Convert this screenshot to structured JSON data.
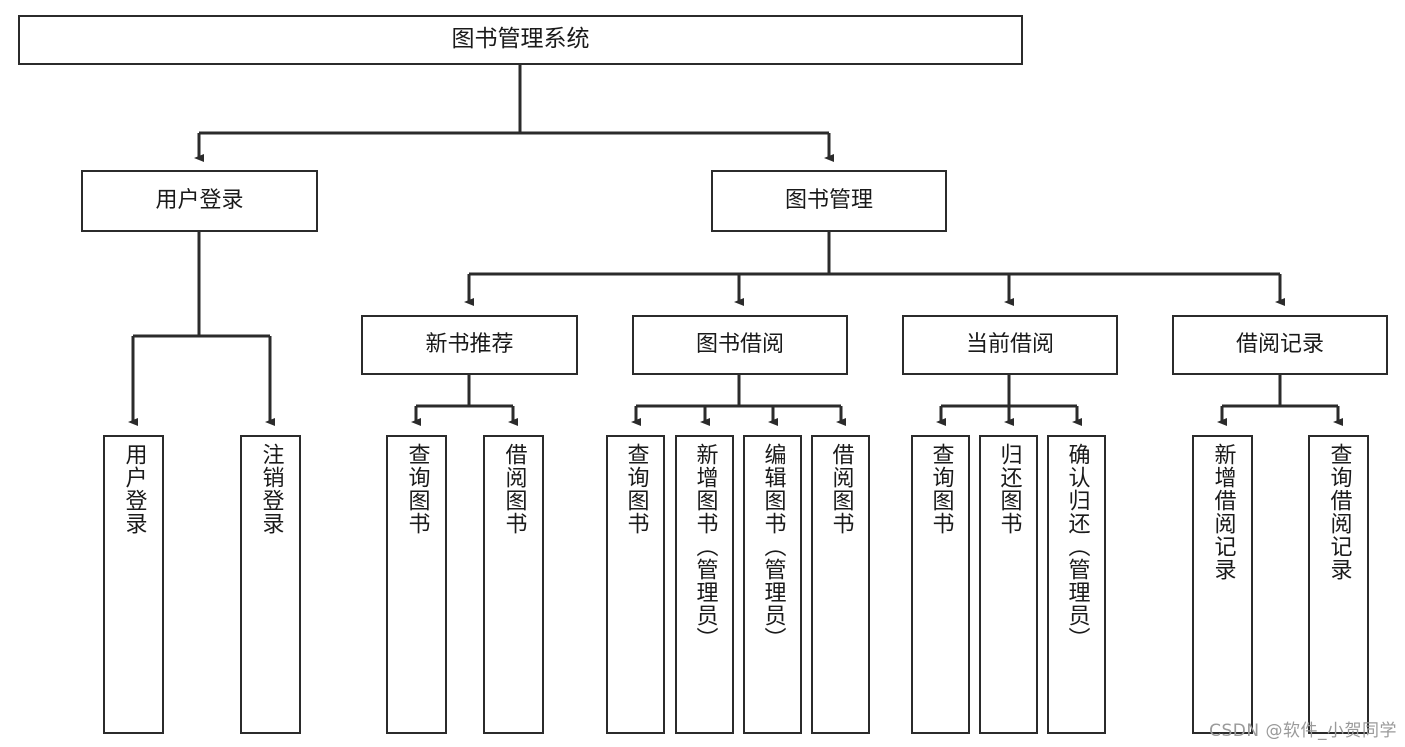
{
  "diagram": {
    "title": "图书管理系统",
    "watermark": "CSDN @软件_小贺同学",
    "colors": {
      "stroke": "#2b2b2b",
      "fill": "#ffffff",
      "text": "#1a1a1a",
      "watermark": "#9a9a9a"
    },
    "nodes": {
      "root": "图书管理系统",
      "level2": {
        "user_login": "用户登录",
        "book_manage": "图书管理"
      },
      "level3": {
        "new_book_rec": "新书推荐",
        "book_borrow": "图书借阅",
        "current_borrow": "当前借阅",
        "borrow_record": "借阅记录"
      },
      "leaves": {
        "user_login_1": "用户登录",
        "user_login_2": "注销登录",
        "new_book_rec_1": "查询图书",
        "new_book_rec_2": "借阅图书",
        "book_borrow_1": "查询图书",
        "book_borrow_2": "新增图书（管理员）",
        "book_borrow_3": "编辑图书（管理员）",
        "book_borrow_4": "借阅图书",
        "current_borrow_1": "查询图书",
        "current_borrow_2": "归还图书",
        "current_borrow_3": "确认归还（管理员）",
        "borrow_record_1": "新增借阅记录",
        "borrow_record_2": "查询借阅记录"
      }
    }
  },
  "chart_data": {
    "type": "tree",
    "title": "图书管理系统",
    "orientation": "top-down",
    "root": {
      "label": "图书管理系统",
      "children": [
        {
          "label": "用户登录",
          "children": [
            {
              "label": "用户登录",
              "children": []
            },
            {
              "label": "注销登录",
              "children": []
            }
          ]
        },
        {
          "label": "图书管理",
          "children": [
            {
              "label": "新书推荐",
              "children": [
                {
                  "label": "查询图书",
                  "children": []
                },
                {
                  "label": "借阅图书",
                  "children": []
                }
              ]
            },
            {
              "label": "图书借阅",
              "children": [
                {
                  "label": "查询图书",
                  "children": []
                },
                {
                  "label": "新增图书（管理员）",
                  "children": []
                },
                {
                  "label": "编辑图书（管理员）",
                  "children": []
                },
                {
                  "label": "借阅图书",
                  "children": []
                }
              ]
            },
            {
              "label": "当前借阅",
              "children": [
                {
                  "label": "查询图书",
                  "children": []
                },
                {
                  "label": "归还图书",
                  "children": []
                },
                {
                  "label": "确认归还（管理员）",
                  "children": []
                }
              ]
            },
            {
              "label": "借阅记录",
              "children": [
                {
                  "label": "新增借阅记录",
                  "children": []
                },
                {
                  "label": "查询借阅记录",
                  "children": []
                }
              ]
            }
          ]
        }
      ]
    }
  }
}
